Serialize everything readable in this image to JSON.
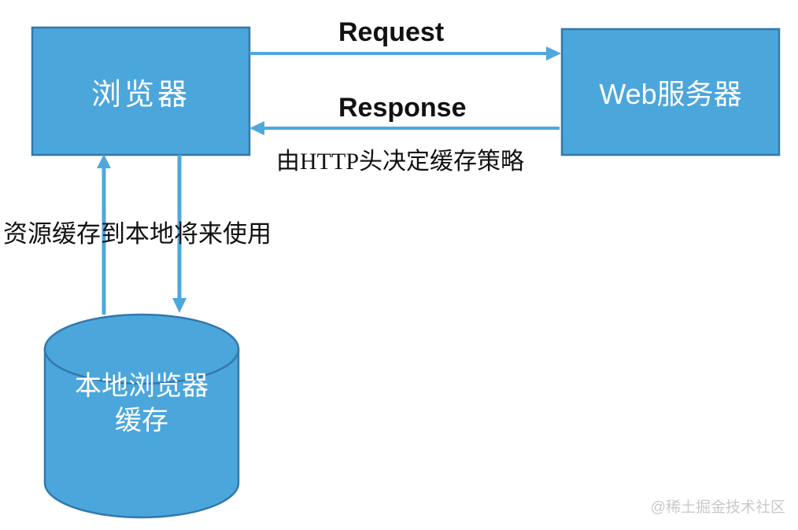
{
  "diagram": {
    "title_hint": "browser-http-cache-flow",
    "nodes": {
      "browser": {
        "label": "浏览器",
        "shape": "rectangle"
      },
      "web_server": {
        "label": "Web服务器",
        "shape": "rectangle"
      },
      "local_cache": {
        "label_line1": "本地浏览器",
        "label_line2": "缓存",
        "shape": "cylinder"
      }
    },
    "edges": {
      "request": {
        "label": "Request",
        "direction": "browser-to-server"
      },
      "response": {
        "label": "Response",
        "note": "由HTTP头决定缓存策略",
        "direction": "server-to-browser"
      },
      "cache_store": {
        "note": "资源缓存到本地将来使用",
        "direction": "browser-to-cache-and-back"
      }
    },
    "watermark": "@稀土掘金技术社区",
    "colors": {
      "shape_fill": "#4BA6DC",
      "shape_border": "#3279AC",
      "arrow": "#4FA8DC",
      "label_text_on_shape": "#ffffff",
      "annotation_text": "#111111",
      "watermark_text": "#c9c9c9",
      "background": "#ffffff"
    }
  }
}
